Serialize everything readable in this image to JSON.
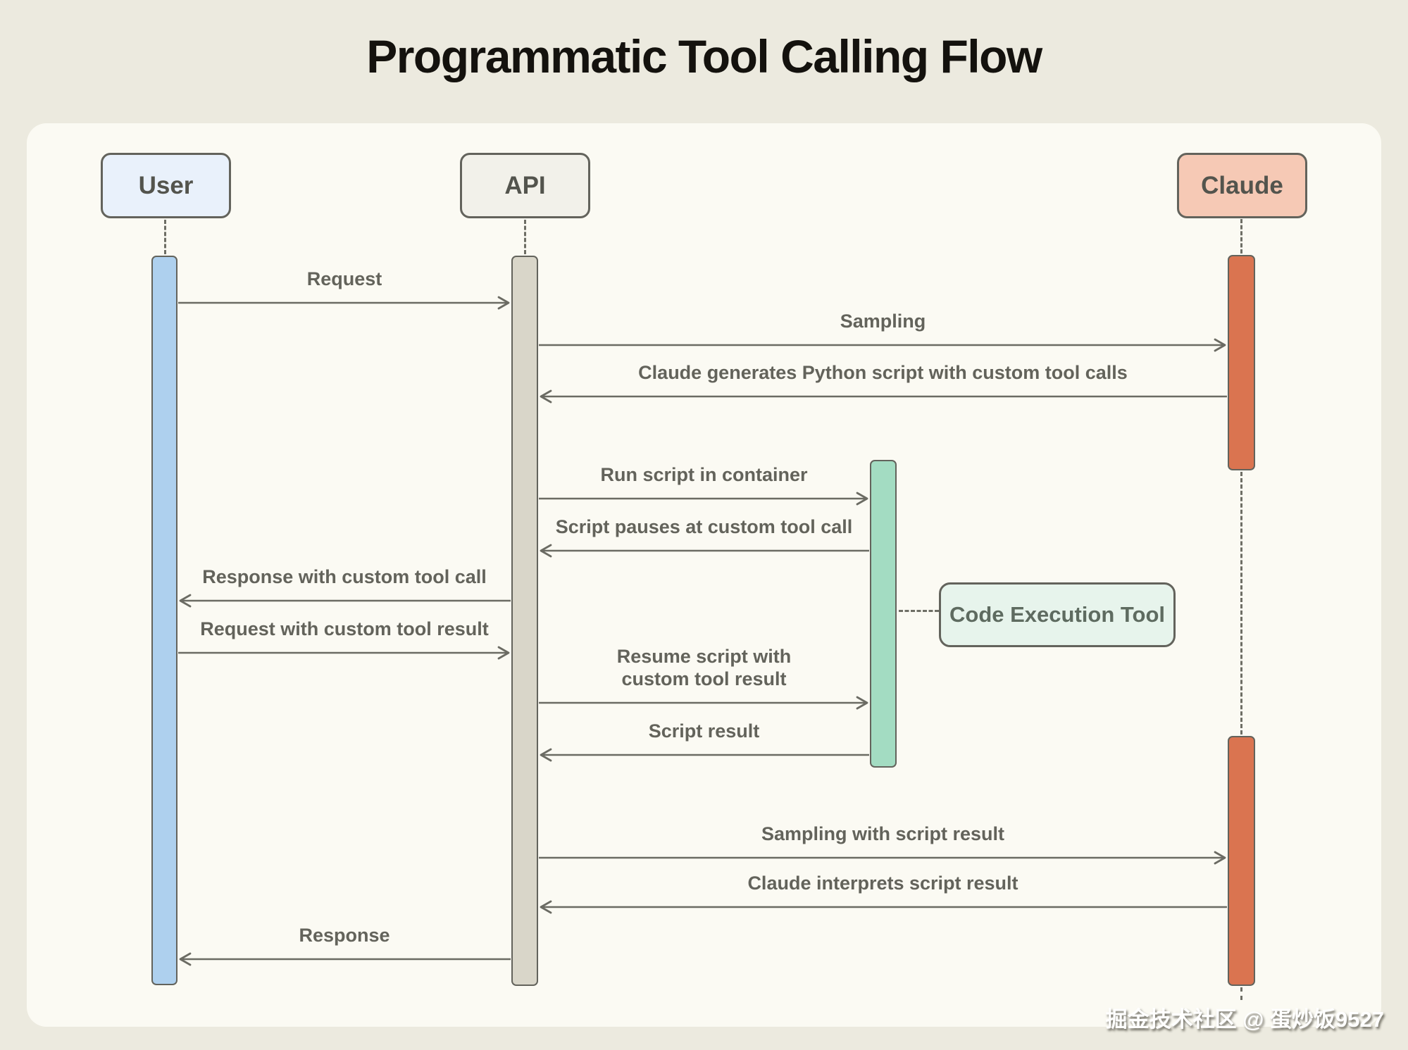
{
  "title": "Programmatic Tool Calling Flow",
  "actors": [
    {
      "id": "user",
      "label": "User",
      "box_fill": "#E9F1FB",
      "activation_fill": "#AED0EE"
    },
    {
      "id": "api",
      "label": "API",
      "box_fill": "#F2F1EA",
      "activation_fill": "#D9D6C9"
    },
    {
      "id": "claude",
      "label": "Claude",
      "box_fill": "#F6C9B5",
      "activation_fill": "#DA7450"
    }
  ],
  "code_execution_tool": {
    "label": "Code Execution Tool",
    "box_fill": "#E7F4EC",
    "activation_fill": "#A3DCC2"
  },
  "messages": [
    {
      "label": "Request",
      "from": "User",
      "to": "API"
    },
    {
      "label": "Sampling",
      "from": "API",
      "to": "Claude"
    },
    {
      "label": "Claude generates Python script with custom tool calls",
      "from": "Claude",
      "to": "API"
    },
    {
      "label": "Run script in container",
      "from": "API",
      "to": "Code Execution Tool"
    },
    {
      "label": "Script pauses at custom tool call",
      "from": "Code Execution Tool",
      "to": "API"
    },
    {
      "label": "Response with custom tool call",
      "from": "API",
      "to": "User"
    },
    {
      "label": "Request with custom tool result",
      "from": "User",
      "to": "API"
    },
    {
      "label": "Resume script with\ncustom tool result",
      "from": "API",
      "to": "Code Execution Tool"
    },
    {
      "label": "Script result",
      "from": "Code Execution Tool",
      "to": "API"
    },
    {
      "label": "Sampling with script result",
      "from": "API",
      "to": "Claude"
    },
    {
      "label": "Claude interprets script result",
      "from": "Claude",
      "to": "API"
    },
    {
      "label": "Response",
      "from": "API",
      "to": "User"
    }
  ],
  "watermark": "掘金技术社区 @ 蛋炒饭9527",
  "colors": {
    "page_background": "#ECEADF",
    "panel_background": "#FBFAF3",
    "line_and_label": "#6B6B63",
    "border": "#63635C",
    "title_text": "#14120E",
    "watermark_text": "#FFFFFF"
  }
}
